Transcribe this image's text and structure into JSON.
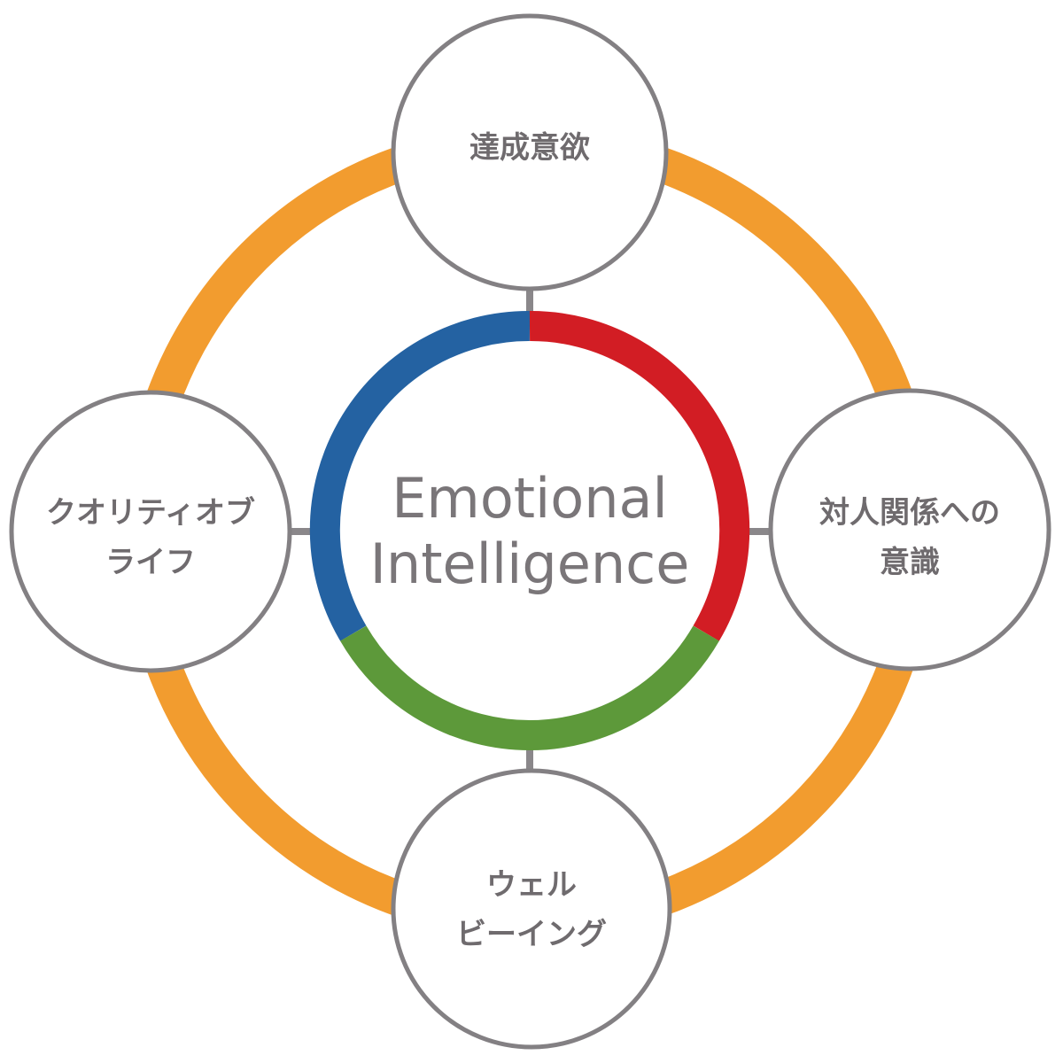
{
  "colors": {
    "outer_ring": "#F29C2F",
    "node_border": "#838083",
    "connector": "#8a878a",
    "segment_blue": "#2462A2",
    "segment_red": "#D21D24",
    "segment_green": "#5D993A",
    "text": "#6f6b6e"
  },
  "center": {
    "line1": "Emotional",
    "line2": "Intelligence"
  },
  "nodes": {
    "top": {
      "line1": "達成意欲"
    },
    "right": {
      "line1": "対人関係への",
      "line2": "意識"
    },
    "bottom": {
      "line1": "ウェル",
      "line2": "ビーイング"
    },
    "left": {
      "line1": "クオリティオブ",
      "line2": "ライフ"
    }
  }
}
